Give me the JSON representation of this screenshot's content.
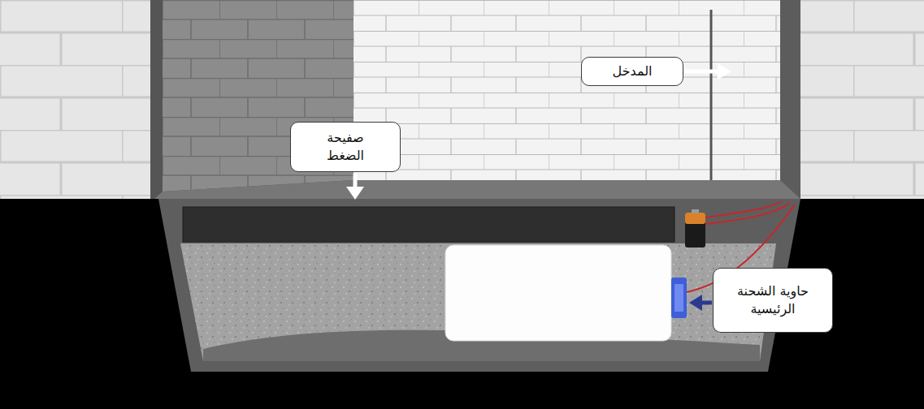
{
  "diagram": {
    "nodes": [
      {
        "text": [
          "المدخل"
        ]
      },
      {
        "text": [
          "صفيحة الضغط"
        ]
      },
      {
        "text": [
          "حاوية الشحنة الرئيسية"
        ]
      }
    ]
  }
}
